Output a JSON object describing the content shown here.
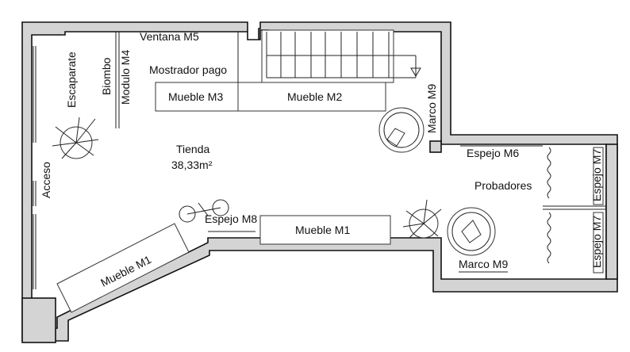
{
  "labels": {
    "ventana": "Ventana M5",
    "mostrador": "Mostrador pago",
    "mueble_m3": "Mueble M3",
    "mueble_m2": "Mueble M2",
    "escaparate": "Escaparate",
    "biombo": "Biombo",
    "modulo_m4": "Modulo M4",
    "marco_m9_vertical": "Marco M9",
    "espejo_m6": "Espejo M6",
    "espejo_m7_top": "Espejo M7",
    "espejo_m7_bottom": "Espejo M7",
    "probadores": "Probadores",
    "tienda": "Tienda",
    "area": "38,33m²",
    "acceso": "Acceso",
    "espejo_m8": "Espejo M8",
    "mueble_m1_right": "Mueble M1",
    "mueble_m1_left": "Mueble M1",
    "marco_m9_bottom": "Marco M9"
  },
  "colors": {
    "wall_fill": "#d4d4d4",
    "line": "#222222"
  }
}
